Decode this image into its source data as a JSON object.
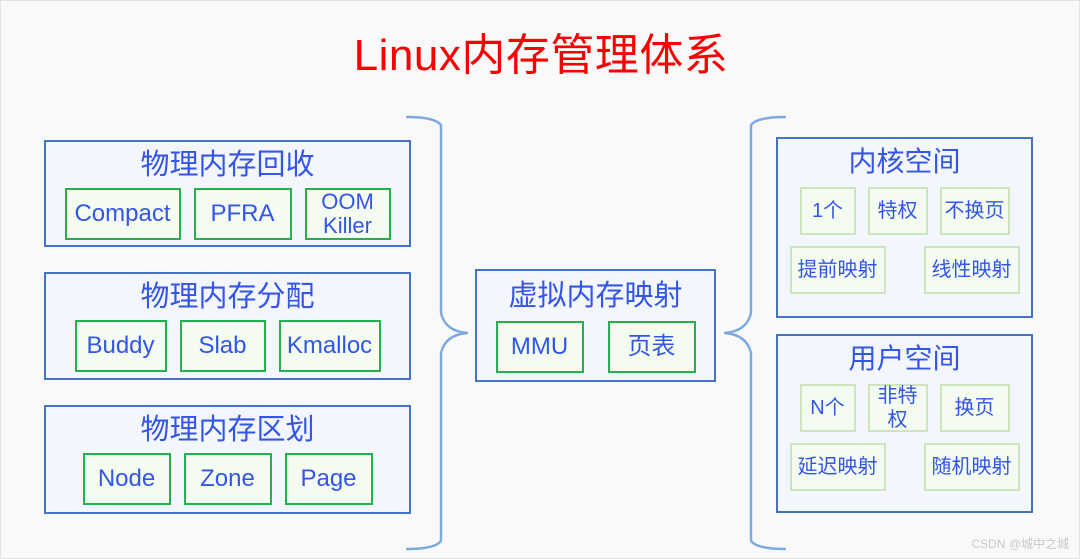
{
  "title": "Linux内存管理体系",
  "title_color": "#fa0000",
  "theme": {
    "background": "#f9f9f9",
    "group_border": "#4472c4",
    "group_fill": "#f3f7fd",
    "text_blue": "#3355e8",
    "chip_border_vivid": "#22b14c",
    "chip_border_pale": "#cfe4bd",
    "chip_fill": "#f4fbf1",
    "connector": "#7aa9e0"
  },
  "left_column": [
    {
      "heading": "物理内存回收",
      "chips": [
        "Compact",
        "PFRA",
        "OOM\nKiller"
      ]
    },
    {
      "heading": "物理内存分配",
      "chips": [
        "Buddy",
        "Slab",
        "Kmalloc"
      ]
    },
    {
      "heading": "物理内存区划",
      "chips": [
        "Node",
        "Zone",
        "Page"
      ]
    }
  ],
  "center_column": [
    {
      "heading": "虚拟内存映射",
      "chips": [
        "MMU",
        "页表"
      ]
    }
  ],
  "right_column": [
    {
      "heading": "内核空间",
      "row1": [
        "1个",
        "特权",
        "不换页"
      ],
      "row2": [
        "提前映射",
        "线性映射"
      ]
    },
    {
      "heading": "用户空间",
      "row1": [
        "N个",
        "非特权",
        "换页"
      ],
      "row2": [
        "延迟映射",
        "随机映射"
      ]
    }
  ],
  "connectors": {
    "left_brace_name": "left-curly-brace",
    "right_brace_name": "right-curly-brace"
  },
  "watermark": "CSDN @城中之城"
}
